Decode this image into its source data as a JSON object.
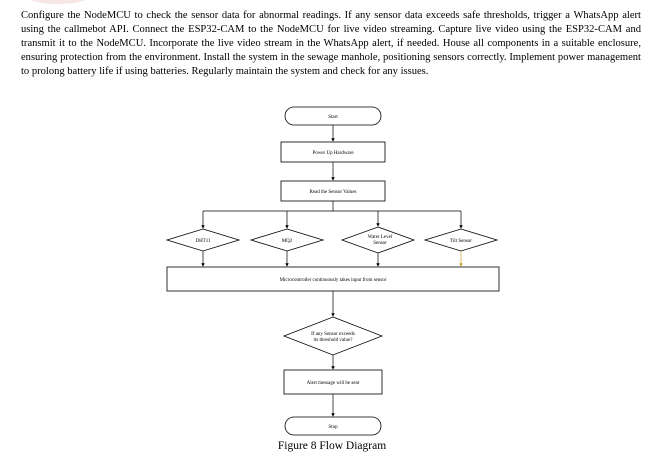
{
  "document": {
    "paragraph": "Configure the NodeMCU to check the sensor data for abnormal readings. If any sensor data exceeds safe thresholds, trigger a WhatsApp alert using the callmebot API. Connect the ESP32-CAM to the NodeMCU for live video streaming. Capture live video using the ESP32-CAM and transmit it to the NodeMCU. Incorporate the live video stream in the WhatsApp alert, if needed. House all components in a suitable enclosure, ensuring protection from the environment. Install the system in the sewage manhole, positioning sensors correctly. Implement power management to prolong battery life if using batteries. Regularly maintain the system and check for any issues.",
    "figure_caption": "Figure 8 Flow Diagram"
  },
  "flowchart": {
    "start": "Start",
    "power_up": "Power Up Hardware",
    "read_sensors": "Read the Sensor Values",
    "sensors": {
      "dht11": "DHT11",
      "mq2": "MQ2",
      "water_level_line1": "Water Level",
      "water_level_line2": "Sensor",
      "tilt": "Tilt Sensor"
    },
    "microcontroller": "Microcontroller continuously takes input from sensor",
    "decision_line1": "If any Sensor exceeds",
    "decision_line2": "its threshold value?",
    "alert": "Alert message will be sent",
    "stop": "Stop"
  }
}
